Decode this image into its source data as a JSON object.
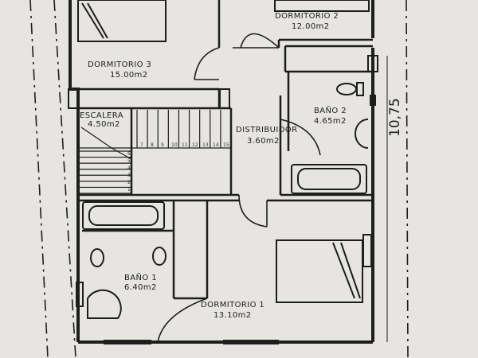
{
  "floor_plan": {
    "rooms": [
      {
        "id": "dormitorio-2",
        "name": "DORMITORIO  2",
        "area": "12.00m2"
      },
      {
        "id": "dormitorio-3",
        "name": "DORMITORIO  3",
        "area": "15.00m2"
      },
      {
        "id": "escalera",
        "name": "ESCALERA",
        "area": "4.50m2"
      },
      {
        "id": "distribuidor",
        "name": "DISTRIBUIDOR",
        "area": "3.60m2"
      },
      {
        "id": "bano-2",
        "name": "BAÑO  2",
        "area": "4.65m2"
      },
      {
        "id": "bano-1",
        "name": "BAÑO   1",
        "area": "6.40m2"
      },
      {
        "id": "dormitorio-1",
        "name": "DORMITORIO  1",
        "area": "13.10m2"
      }
    ],
    "dimension": "10,75",
    "stair_steps": [
      "1",
      "2",
      "3",
      "4",
      "5",
      "6",
      "7",
      "8",
      "9",
      "10",
      "11",
      "12",
      "13",
      "14",
      "15"
    ],
    "colors": {
      "paper": "#e6e5e1",
      "ink": "#1d1d1d"
    }
  }
}
